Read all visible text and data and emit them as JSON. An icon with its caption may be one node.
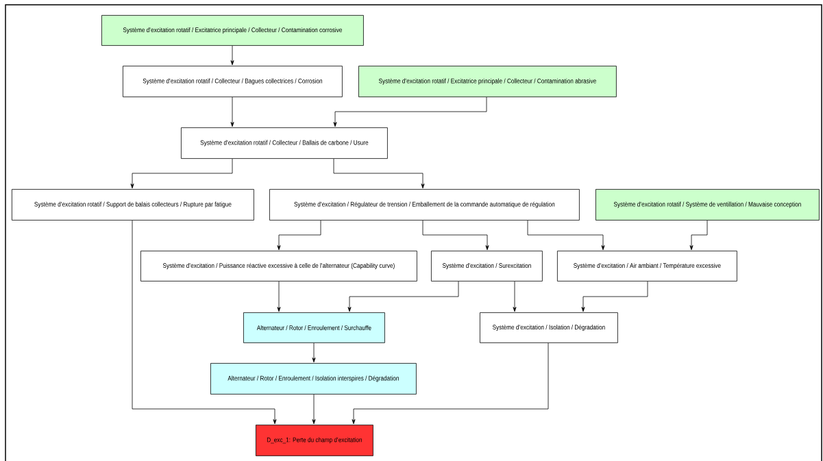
{
  "diagram": {
    "nodes": [
      {
        "text": [
          "Système d'excitation rotatif / Excitatrice principale / Collecteur / Contamination corrosive"
        ]
      },
      {
        "text": [
          "Système d'excitation rotatif  / Collecteur / Bagues collectrices  / Corrosion"
        ]
      },
      {
        "text": [
          "Système d'excitation rotatif / Excitatrice principale / Collecteur / Contamination abrasive"
        ]
      },
      {
        "text": [
          "Système d'excitation rotatif  / Collecteur / Ballais de carbone  / Usure"
        ]
      },
      {
        "text": [
          "Système d'excitation rotatif  / Support de balais collecteurs  / Rupture par fatigue"
        ]
      },
      {
        "text": [
          "Système d'excitation / Régulateur de trension / Emballement de la commande automatique de régulation"
        ]
      },
      {
        "text": [
          "Système d'excitation rotatif / Système de ventillation / Mauvaise conception"
        ]
      },
      {
        "text": [
          "Système d'excitation / Puissance réactive excessive à celle de l'alternateur (Capability curve)"
        ]
      },
      {
        "text": [
          "Système d'excitation / Surexcitation"
        ]
      },
      {
        "text": [
          "Système d'excitation / Air ambiant / Température excessive"
        ]
      },
      {
        "text": [
          "Alternateur / Rotor / Enroulement / Surchauffe"
        ]
      },
      {
        "text": [
          "Système d'excitation / Isolation / Dégradation"
        ]
      },
      {
        "text": [
          "Alternateur / Rotor / Enroulement / Isolation interspires / Dégradation"
        ]
      },
      {
        "text": [
          "D_exc_1: Perte du champ d'excitation"
        ]
      }
    ],
    "edges": [
      {
        "from": 0,
        "to": 1,
        "arrow": "to"
      },
      {
        "from": 1,
        "to": 3,
        "arrow": "to"
      },
      {
        "from": 2,
        "to": 3,
        "arrow": "to"
      },
      {
        "from": 3,
        "to": 4,
        "arrow": "to"
      },
      {
        "from": 3,
        "to": 5,
        "arrow": "to"
      },
      {
        "from": 5,
        "to": 7,
        "arrow": "to"
      },
      {
        "from": 5,
        "to": 8,
        "arrow": "to"
      },
      {
        "from": 5,
        "to": 9,
        "arrow": "to"
      },
      {
        "from": 6,
        "to": 9,
        "arrow": "to"
      },
      {
        "from": 7,
        "to": 10,
        "arrow": "to"
      },
      {
        "from": 8,
        "to": 10,
        "arrow": "to"
      },
      {
        "from": 8,
        "to": 11,
        "arrow": "to"
      },
      {
        "from": 9,
        "to": 11,
        "arrow": "to"
      },
      {
        "from": 10,
        "to": 12,
        "arrow": "to"
      },
      {
        "from": 12,
        "to": 13,
        "arrow": "to"
      },
      {
        "from": 4,
        "to": 13,
        "arrow": "to"
      },
      {
        "from": 11,
        "to": 13,
        "arrow": "to"
      }
    ]
  }
}
